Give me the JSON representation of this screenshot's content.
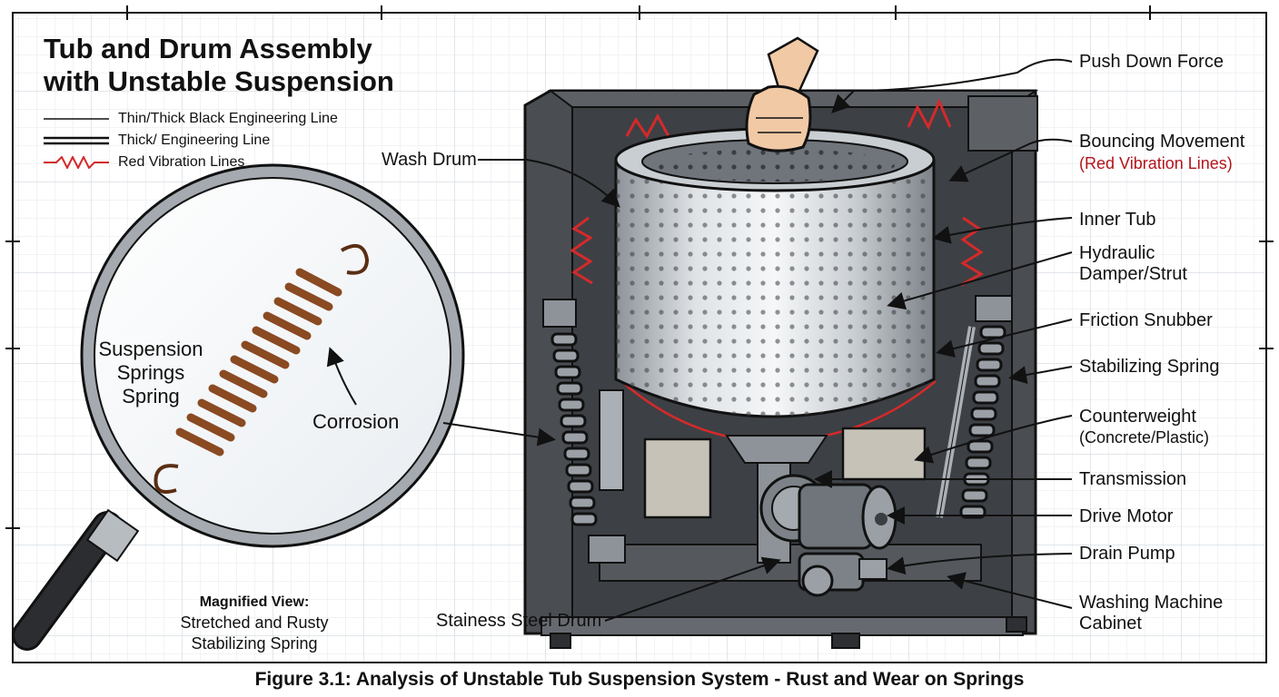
{
  "title_line1": "Tub and Drum Assembly",
  "title_line2": "with Unstable Suspension",
  "legend": [
    {
      "style": "thin",
      "text": "Thin/Thick Black Engineering Line"
    },
    {
      "style": "thick",
      "text": "Thick/ Engineering Line"
    },
    {
      "style": "vibration",
      "text": "Red Vibration Lines"
    }
  ],
  "labels": {
    "push_down_force": "Push Down Force",
    "bouncing_movement": "Bouncing Movement",
    "red_vibration_lines": "(Red Vibration Lines)",
    "inner_tub": "Inner Tub",
    "hydraulic_1": "Hydraulic",
    "hydraulic_2": "Damper/Strut",
    "friction_snubber": "Friction Snubber",
    "stabilizing_spring": "Stabilizing Spring",
    "counterweight_1": "Counterweight",
    "counterweight_2": "(Concrete/Plastic)",
    "transmission": "Transmission",
    "drive_motor": "Drive Motor",
    "drain_pump": "Drain Pump",
    "cabinet_1": "Washing Machine",
    "cabinet_2": "Cabinet",
    "wash_drum": "Wash Drum",
    "steel_drum": "Stainess Steel Drum"
  },
  "magnifier": {
    "springs_1": "Suspension",
    "springs_2": "Springs",
    "springs_3": "Spring",
    "corrosion": "Corrosion",
    "caption_bold": "Magnified View:",
    "caption_1": "Stretched and Rusty",
    "caption_2": "Stabilizing Spring"
  },
  "figure_caption": "Figure 3.1: Analysis of Unstable Tub Suspension System - Rust and Wear on Springs",
  "colors": {
    "vibration_red": "#d42a2a",
    "cabinet_dark": "#4a4d52",
    "rust": "#8a4a22",
    "grid": "#cfd6dd"
  }
}
